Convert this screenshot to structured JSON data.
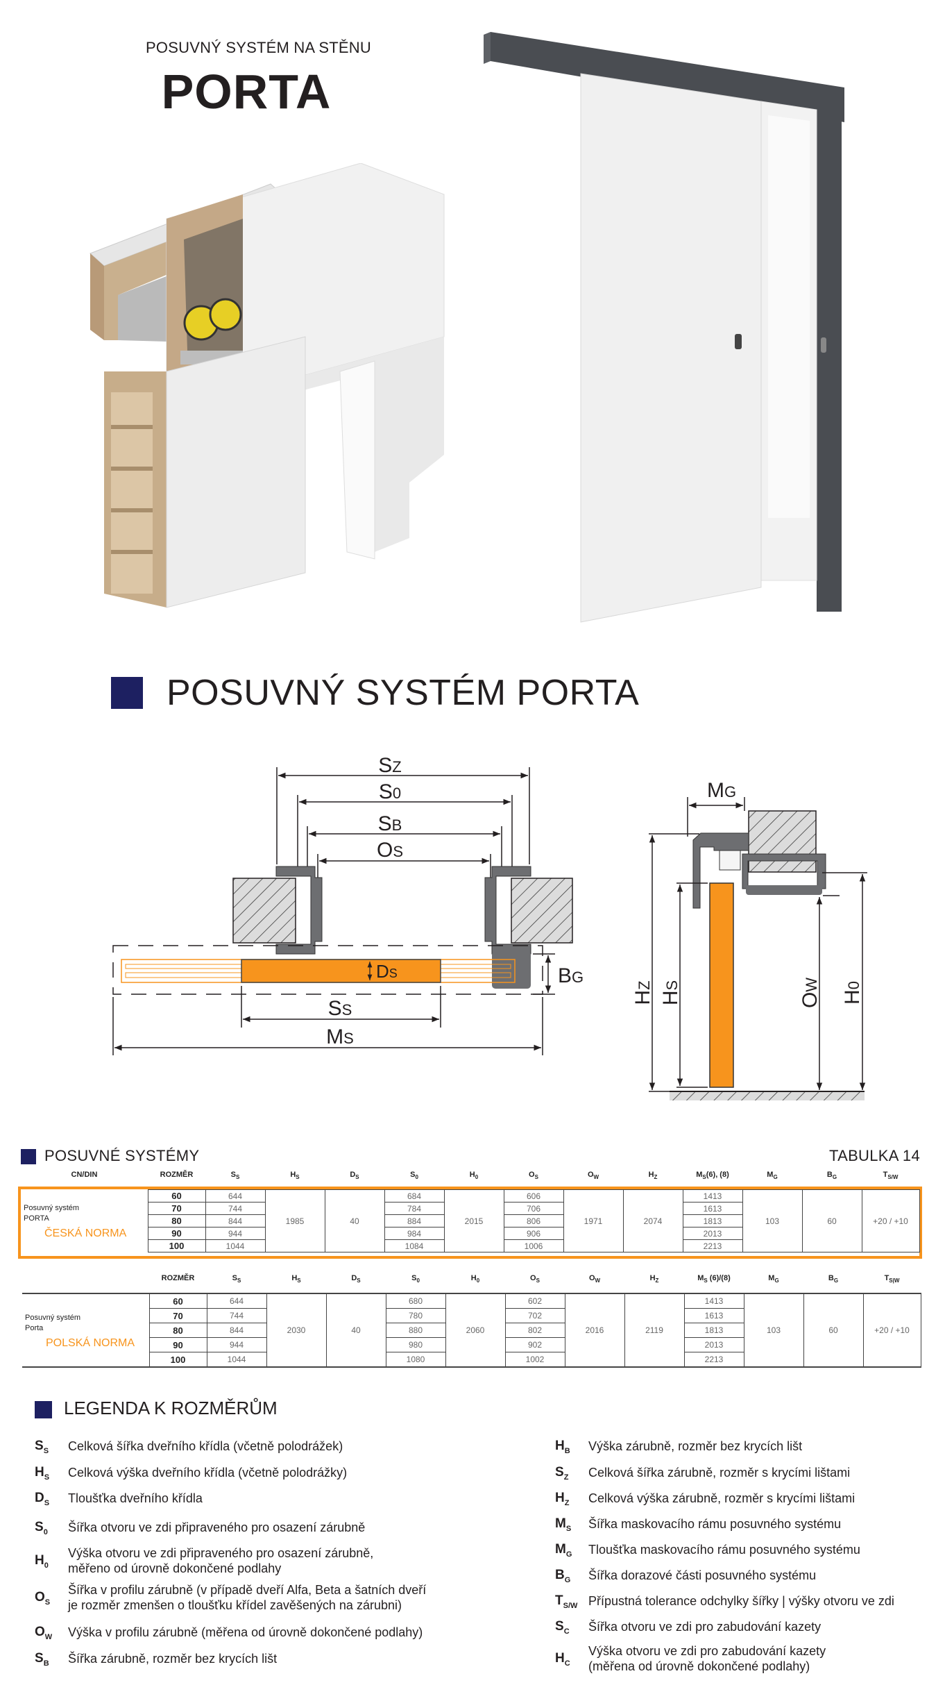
{
  "header": {
    "subtitle": "POSUVNÝ SYSTÉM NA STĚNU",
    "title": "PORTA"
  },
  "section_title": "POSUVNÝ SYSTÉM PORTA",
  "colors": {
    "navy": "#1d2061",
    "orange": "#f7941d",
    "frame_gray": "#6d6e71"
  },
  "diagram_plan": {
    "labels": [
      {
        "m": "S",
        "s": "Z"
      },
      {
        "m": "S",
        "s": "0"
      },
      {
        "m": "S",
        "s": "B"
      },
      {
        "m": "O",
        "s": "S"
      },
      {
        "m": "D",
        "s": "S"
      },
      {
        "m": "B",
        "s": "G"
      },
      {
        "m": "S",
        "s": "S"
      },
      {
        "m": "M",
        "s": "S"
      }
    ]
  },
  "diagram_section": {
    "labels": [
      {
        "m": "M",
        "s": "G"
      },
      {
        "m": "H",
        "s": "Z"
      },
      {
        "m": "H",
        "s": "S"
      },
      {
        "m": "O",
        "s": "W"
      },
      {
        "m": "H",
        "s": "0"
      }
    ]
  },
  "tables": {
    "heading": "POSUVNÉ SYSTÉMY",
    "table_no": "TABULKA 14",
    "t1": {
      "headers": [
        {
          "m": "CN/DIN",
          "s": ""
        },
        {
          "m": "ROZMĚR",
          "s": ""
        },
        {
          "m": "S",
          "s": "S"
        },
        {
          "m": "H",
          "s": "S"
        },
        {
          "m": "D",
          "s": "S"
        },
        {
          "m": "S",
          "s": "0"
        },
        {
          "m": "H",
          "s": "0"
        },
        {
          "m": "O",
          "s": "S"
        },
        {
          "m": "O",
          "s": "W"
        },
        {
          "m": "H",
          "s": "Z"
        },
        {
          "m": "M",
          "s": "S",
          "t": "(6), (8)"
        },
        {
          "m": "M",
          "s": "G"
        },
        {
          "m": "B",
          "s": "G"
        },
        {
          "m": "T",
          "s": "S/W"
        }
      ],
      "name_line1": "Posuvný systém",
      "name_line2": "PORTA",
      "norm": "ČESKÁ NORMA",
      "rows": [
        {
          "rozmer": "60",
          "ss": "644",
          "s0": "684",
          "os": "606",
          "ms": "1413"
        },
        {
          "rozmer": "70",
          "ss": "744",
          "s0": "784",
          "os": "706",
          "ms": "1613"
        },
        {
          "rozmer": "80",
          "ss": "844",
          "s0": "884",
          "os": "806",
          "ms": "1813"
        },
        {
          "rozmer": "90",
          "ss": "944",
          "s0": "984",
          "os": "906",
          "ms": "2013"
        },
        {
          "rozmer": "100",
          "ss": "1044",
          "s0": "1084",
          "os": "1006",
          "ms": "2213"
        }
      ],
      "common": {
        "hs": "1985",
        "ds": "40",
        "h0": "2015",
        "ow": "1971",
        "hz": "2074",
        "mg": "103",
        "bg": "60",
        "tsw": "+20 / +10"
      }
    },
    "t2": {
      "headers": [
        {
          "m": "",
          "s": ""
        },
        {
          "m": "ROZMĚR",
          "s": ""
        },
        {
          "m": "S",
          "s": "S"
        },
        {
          "m": "H",
          "s": "S"
        },
        {
          "m": "D",
          "s": "S"
        },
        {
          "m": "S",
          "s": "0"
        },
        {
          "m": "H",
          "s": "0"
        },
        {
          "m": "O",
          "s": "S"
        },
        {
          "m": "O",
          "s": "W"
        },
        {
          "m": "H",
          "s": "Z"
        },
        {
          "m": "M",
          "s": "S",
          "t": " (6)/(8)"
        },
        {
          "m": "M",
          "s": "G"
        },
        {
          "m": "B",
          "s": "G"
        },
        {
          "m": "T",
          "s": "S|W"
        }
      ],
      "name_line1": "Posuvný systém",
      "name_line2": "Porta",
      "norm": "POLSKÁ NORMA",
      "rows": [
        {
          "rozmer": "60",
          "ss": "644",
          "s0": "680",
          "os": "602",
          "ms": "1413"
        },
        {
          "rozmer": "70",
          "ss": "744",
          "s0": "780",
          "os": "702",
          "ms": "1613"
        },
        {
          "rozmer": "80",
          "ss": "844",
          "s0": "880",
          "os": "802",
          "ms": "1813"
        },
        {
          "rozmer": "90",
          "ss": "944",
          "s0": "980",
          "os": "902",
          "ms": "2013"
        },
        {
          "rozmer": "100",
          "ss": "1044",
          "s0": "1080",
          "os": "1002",
          "ms": "2213"
        }
      ],
      "common": {
        "hs": "2030",
        "ds": "40",
        "h0": "2060",
        "ow": "2016",
        "hz": "2119",
        "mg": "103",
        "bg": "60",
        "tsw": "+20 / +10"
      }
    }
  },
  "legend": {
    "heading": "LEGENDA K ROZMĚRŮM",
    "left": [
      {
        "m": "S",
        "s": "S",
        "text": [
          "Celková šířka dveřního křídla (včetně polodrážek)"
        ]
      },
      {
        "m": "H",
        "s": "S",
        "text": [
          "Celková výška dveřního křídla (včetně polodrážky)"
        ]
      },
      {
        "m": "D",
        "s": "S",
        "text": [
          "Tloušťka dveřního křídla"
        ]
      },
      {
        "m": "S",
        "s": "0",
        "text": [
          "Šířka otvoru ve zdi připraveného pro osazení zárubně"
        ]
      },
      {
        "m": "H",
        "s": "0",
        "text": [
          "Výška otvoru ve zdi připraveného pro osazení zárubně,",
          "měřeno od úrovně dokončené podlahy"
        ]
      },
      {
        "m": "O",
        "s": "S",
        "text": [
          "Šířka v profilu zárubně (v případě dveří Alfa, Beta a šatních dveří",
          "je rozměr zmenšen o tloušťku křídel zavěšených na zárubni)"
        ]
      },
      {
        "m": "O",
        "s": "W",
        "text": [
          "Výška v profilu zárubně (měřena od úrovně dokončené podlahy)"
        ]
      },
      {
        "m": "S",
        "s": "B",
        "text": [
          "Šířka zárubně, rozměr bez krycích lišt"
        ]
      }
    ],
    "right": [
      {
        "m": "H",
        "s": "B",
        "text": [
          "Výška zárubně, rozměr bez krycích lišt"
        ]
      },
      {
        "m": "S",
        "s": "Z",
        "text": [
          "Celková šířka zárubně, rozměr s krycími lištami"
        ]
      },
      {
        "m": "H",
        "s": "Z",
        "text": [
          "Celková výška zárubně, rozměr s krycími lištami"
        ]
      },
      {
        "m": "M",
        "s": "S",
        "text": [
          "Šířka maskovacího rámu posuvného systému"
        ]
      },
      {
        "m": "M",
        "s": "G",
        "text": [
          "Tloušťka maskovacího rámu posuvného systému"
        ]
      },
      {
        "m": "B",
        "s": "G",
        "text": [
          "Šířka dorazové části posuvného systému"
        ]
      },
      {
        "m": "T",
        "s": "S/W",
        "text": [
          "Přípustná tolerance odchylky šířky | výšky otvoru ve zdi"
        ]
      },
      {
        "m": "S",
        "s": "C",
        "text": [
          "Šířka otvoru ve zdi pro zabudování kazety"
        ]
      },
      {
        "m": "H",
        "s": "C",
        "text": [
          "Výška otvoru ve zdi pro zabudování kazety",
          "(měřena od úrovně dokončené podlahy)"
        ]
      }
    ]
  }
}
